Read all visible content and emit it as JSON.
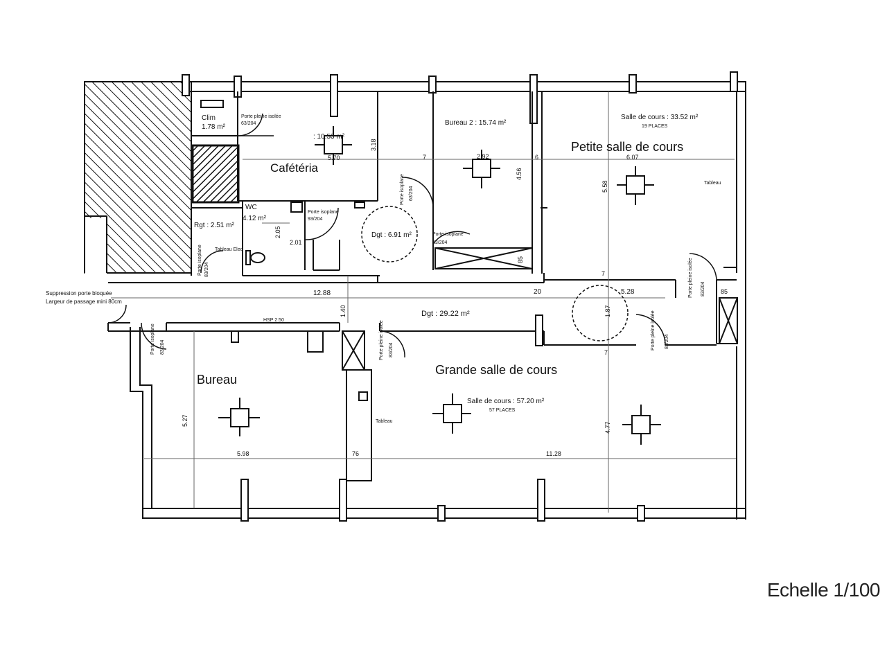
{
  "scale": "Echelle 1/100",
  "rooms": {
    "clim": {
      "name": "Clim",
      "area": "1.78 m²"
    },
    "cafeteria": {
      "name": "Cafétéria",
      "area": ": 10.53 m²",
      "dim_w": "5.70",
      "dim_h": "3.18"
    },
    "bureau2": {
      "area": "Bureau 2 : 15.74 m²",
      "dim_w": "2.92",
      "dim_h": "4.56"
    },
    "petite": {
      "name": "Petite salle de cours",
      "area": "Salle de cours : 33.52 m²",
      "places": "19 PLACES",
      "dim_w": "6.07",
      "dim_h": "5.58",
      "tableau": "Tableau"
    },
    "wc": {
      "name": "WC",
      "area": "4.12 m²",
      "dim_a": "2.05",
      "dim_b": "2.01"
    },
    "rgt": {
      "area": "Rgt : 2.51 m²",
      "tableau_elec": "Tableau Elec"
    },
    "dgt_small": {
      "area": "Dgt : 6.91 m²"
    },
    "dgt_main": {
      "area": "Dgt : 29.22 m²",
      "length": "12.88",
      "width": "1.40",
      "hsp": "HSP 2.50",
      "dim_right": "5.28",
      "dim_circle": "1.87"
    },
    "bureau": {
      "name": "Bureau",
      "dim_h": "5.27",
      "dim_w": "5.98"
    },
    "grande": {
      "name": "Grande salle de cours",
      "area": "Salle de cours : 57.20 m²",
      "places": "57 PLACES",
      "dim_w": "11.28",
      "dim_h": "4.77",
      "tableau": "Tableau",
      "dim_76": "76"
    }
  },
  "doors": {
    "d1": "Porte pleine isolée",
    "d1_code": "63/204",
    "d2": "Porte isoplane",
    "d2_code": "93/204",
    "d3": "Porte isoplane",
    "d3_code": "83/204",
    "d4": "Porte isoplane",
    "d4_code": "63/204",
    "d5": "Porte isoplane",
    "d5_code": "83/204",
    "d6": "Porte isoplane",
    "d6_code": "83/204",
    "d7": "Porte pleine isolée",
    "d7_code": "83/204",
    "d8": "Porte pleine isolée",
    "d8_code": "83/204",
    "d9": "Porte pleine isolée",
    "d9_code": "83/204"
  },
  "notes": {
    "suppression": "Suppression porte bloquée",
    "largeur": "Largeur de passage mini 80cm"
  },
  "dims": {
    "seven_a": "7",
    "seven_b": "7",
    "seven_c": "7",
    "six": "6",
    "twenty": "20",
    "eightyfive_a": "85",
    "eightyfive_b": "85"
  }
}
